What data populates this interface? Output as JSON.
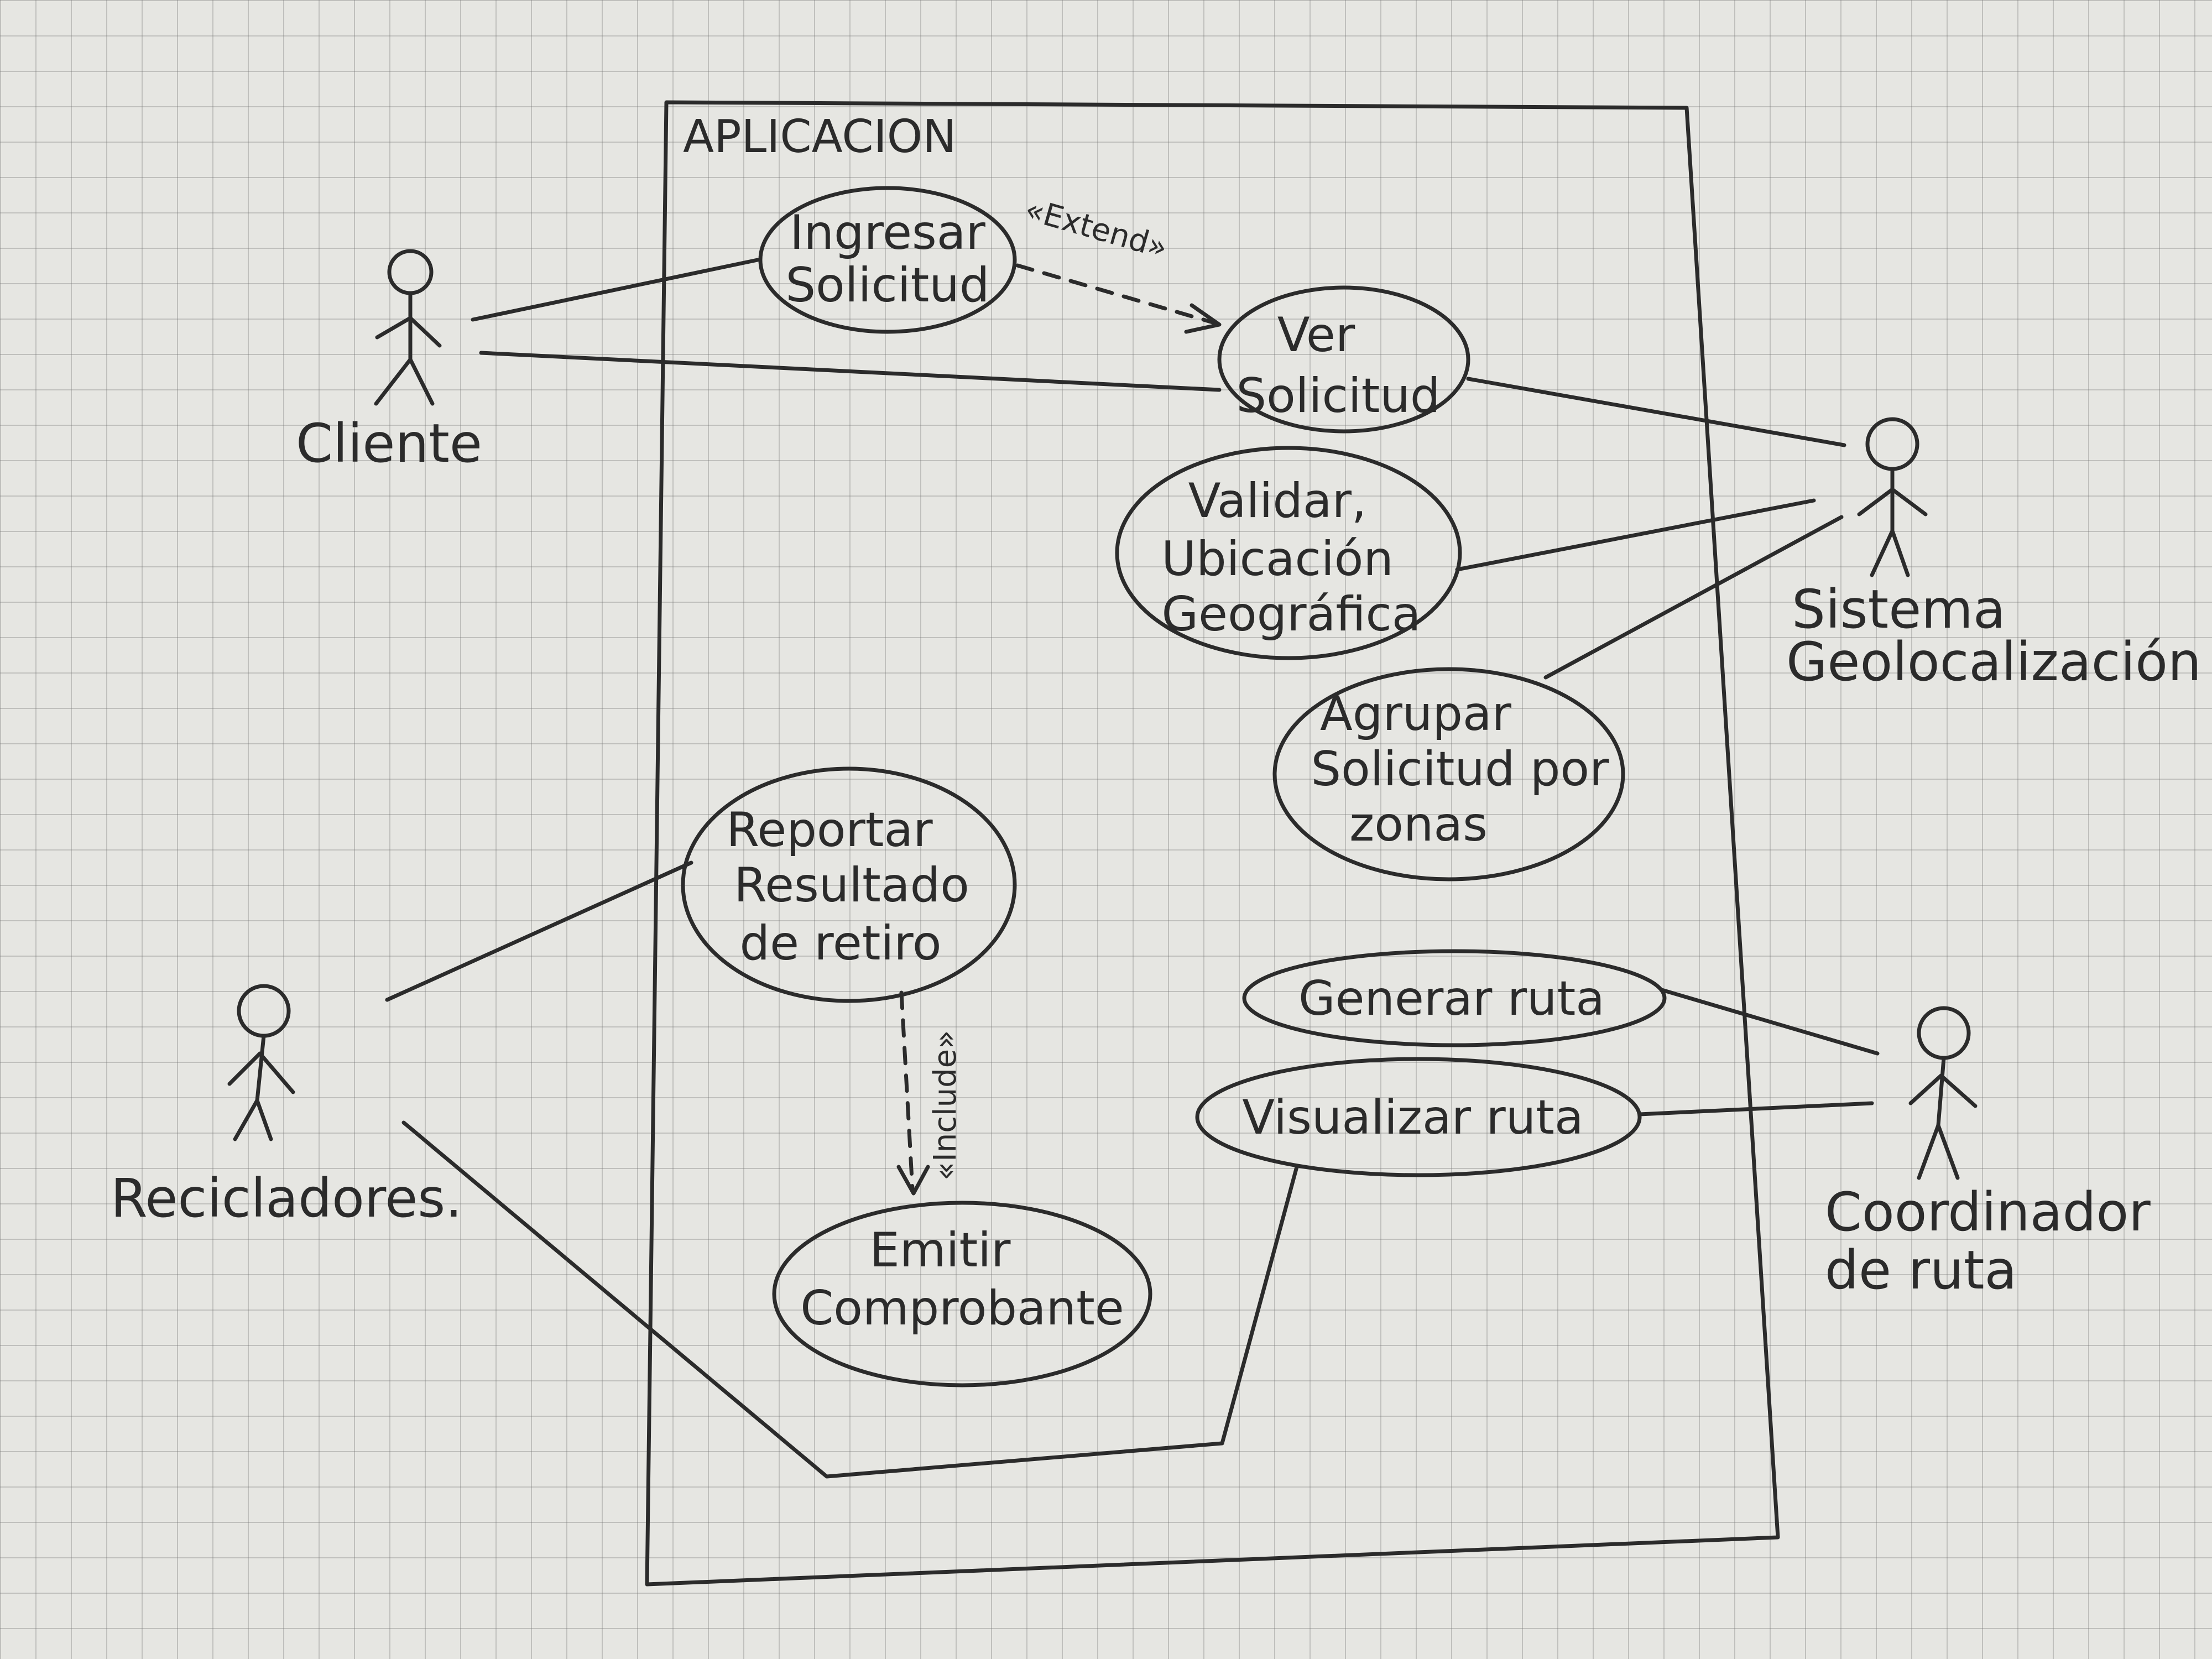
{
  "system": {
    "name": "APLICACION"
  },
  "actors": {
    "cliente": "Cliente",
    "recicladores": "Recicladores.",
    "sistema_geo": [
      "Sistema",
      "Geolocalización"
    ],
    "coordinador": [
      "Coordinador",
      "de ruta"
    ]
  },
  "use_cases": {
    "ingresar_solicitud": [
      "Ingresar",
      "Solicitud"
    ],
    "ver_solicitud": [
      "Ver",
      "Solicitud"
    ],
    "validar_ubicacion": [
      "Validar,",
      "Ubicación",
      "Geográfica"
    ],
    "agrupar_solicitud": [
      "Agrupar",
      "Solicitud por",
      "zonas"
    ],
    "reportar_resultado": [
      "Reportar",
      "Resultado",
      "de retiro"
    ],
    "emitir_comprobante": [
      "Emitir",
      "Comprobante"
    ],
    "generar_ruta": [
      "Generar ruta"
    ],
    "visualizar_ruta": [
      "Visualizar ruta"
    ]
  },
  "relations": {
    "extend_label": "«Extend»",
    "include_label": "«Include»"
  }
}
